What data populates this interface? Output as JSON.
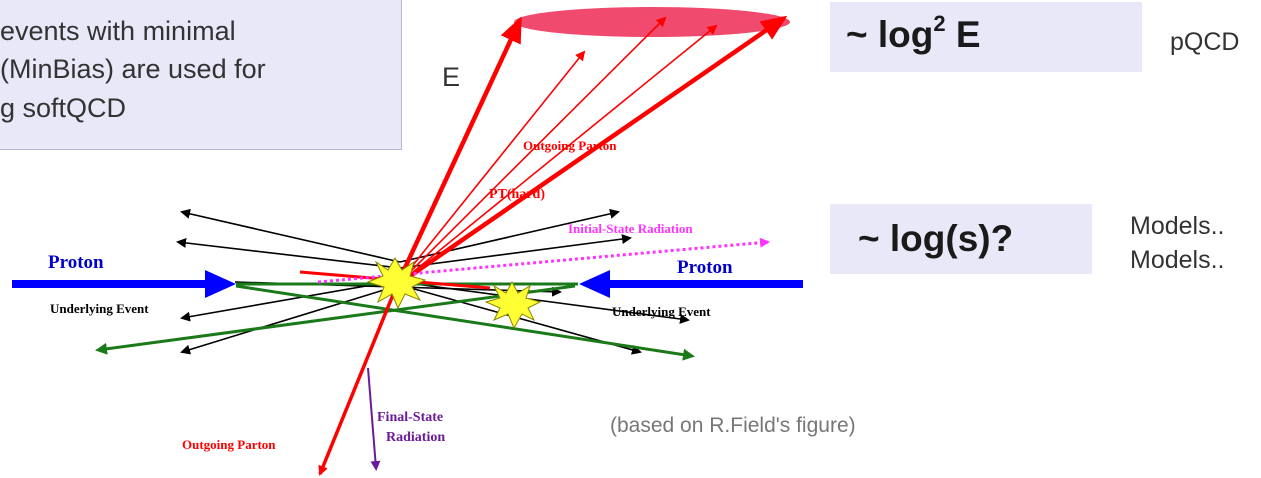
{
  "note": {
    "line1": "events with minimal",
    "line2": "(MinBias) are used for",
    "line3": "g softQCD"
  },
  "formula_top": {
    "prefix": "~ log",
    "exponent": "2",
    "suffix": " E"
  },
  "formula_bottom": "~ log(s)?",
  "side_top": "pQCD",
  "side_bottom_1": "Models..",
  "side_bottom_2": "Models..",
  "credit": "(based on R.Field's figure)",
  "diagram": {
    "energy_label": "E",
    "proton_left": "Proton",
    "proton_right": "Proton",
    "underlying_left": "Underlying Event",
    "underlying_right": "Underlying Event",
    "outgoing_top": "Outgoing Parton",
    "pt_hard": "PT(hard)",
    "isr": "Initial-State Radiation",
    "fsr_1": "Final-State",
    "fsr_2": "Radiation",
    "outgoing_bottom": "Outgoing Parton"
  },
  "colors": {
    "panel": "#e8e8f8",
    "red": "#ff0000",
    "blue": "#0000ff",
    "green": "#1a7a1a",
    "magenta": "#ff33ff",
    "purple": "#6a1b9a",
    "cone": "#f04a6e"
  }
}
